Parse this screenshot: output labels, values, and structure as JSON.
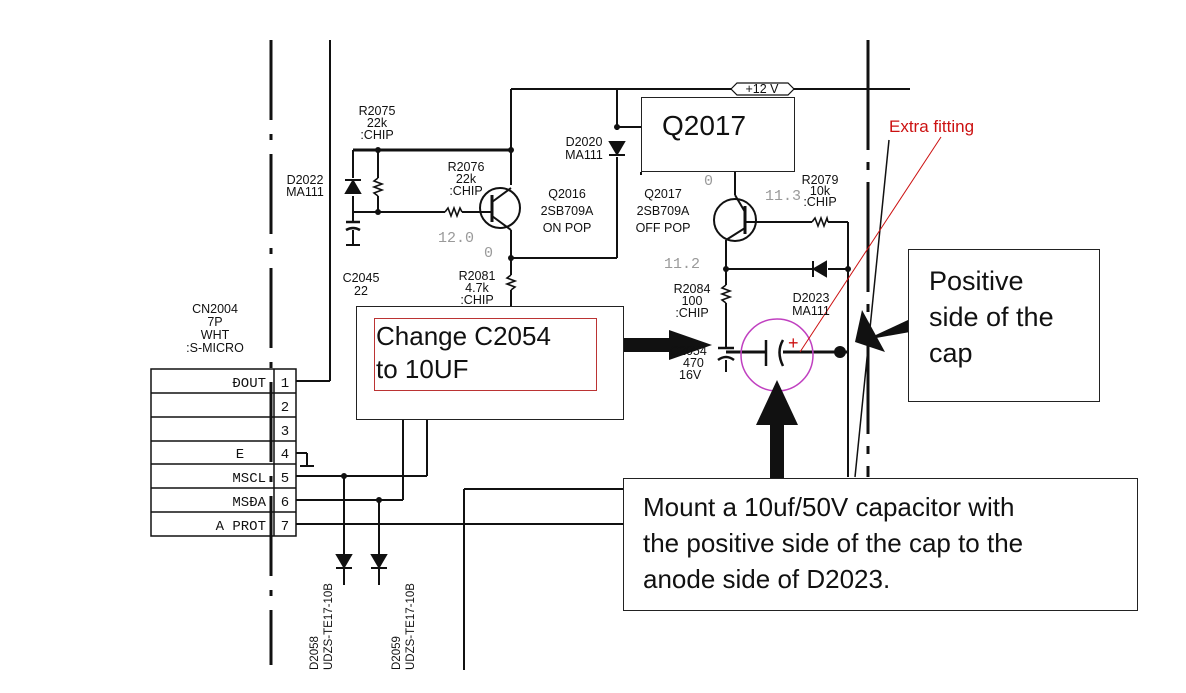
{
  "connector": {
    "labels": [
      "CN2004",
      "7P",
      "WHT",
      ":S-MICRO"
    ],
    "pins": [
      {
        "name": "ĐOUT",
        "num": "1"
      },
      {
        "name": "",
        "num": "2"
      },
      {
        "name": "",
        "num": "3"
      },
      {
        "name": "E",
        "num": "4"
      },
      {
        "name": "MSCL",
        "num": "5"
      },
      {
        "name": "MSĐA",
        "num": "6"
      },
      {
        "name": "A PROT",
        "num": "7"
      }
    ]
  },
  "components": {
    "r2075": [
      "R2075",
      "22k",
      ":CHIP"
    ],
    "d2022": [
      "D2022",
      "MA111"
    ],
    "c2045": [
      "C2045",
      "22"
    ],
    "r2076": [
      "R2076",
      "22k",
      ":CHIP"
    ],
    "q2016": [
      "Q2016",
      "2SB709A",
      "ON POP"
    ],
    "r2081": [
      "R2081",
      "4.7k",
      ":CHIP"
    ],
    "d2020": [
      "D2020",
      "MA111"
    ],
    "q2017": [
      "Q2017",
      "2SB709A",
      "OFF POP"
    ],
    "r2079": [
      "R2079",
      "10k",
      ":CHIP"
    ],
    "r2084": [
      "R2084",
      "100",
      ":CHIP"
    ],
    "d2023": [
      "D2023",
      "MA111"
    ],
    "cap_partial": [
      "C2054",
      "470",
      "16V"
    ],
    "d2058": [
      "D2058",
      "UDZS-TE17-10B"
    ],
    "d2059": [
      "D2059",
      "UDZS-TE17-10B"
    ]
  },
  "voltages": {
    "v1": "12.0",
    "v2": "0",
    "v3": "0",
    "v4": "11.3",
    "v5": "11.2"
  },
  "rail_label": "+12 V",
  "annotations": {
    "extra_fitting": "Extra fitting",
    "plus_sign": "+",
    "q_box": "Q2017",
    "change": [
      "Change C2054",
      "to 10UF"
    ],
    "positive": [
      "Positive",
      "side of the",
      "cap"
    ],
    "mount": [
      "Mount a 10uf/50V capacitor with",
      "the positive side of the cap to the",
      "anode side of D2023."
    ]
  },
  "colors": {
    "annotation_red": "#cc1111",
    "highlight_circle": "#c040c0",
    "ink": "#111111"
  }
}
